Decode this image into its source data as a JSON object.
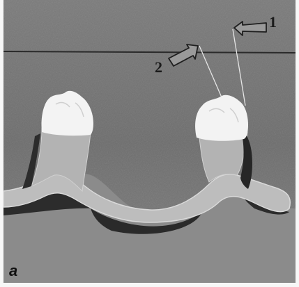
{
  "figure": {
    "panel_label": "a",
    "arrows": [
      {
        "label": "1",
        "points_to": "margin-of-right-tooth"
      },
      {
        "label": "2",
        "points_to": "cusp-of-right-tooth"
      }
    ]
  },
  "colors": {
    "background": "#6f6f6f",
    "base_gray": "#8b8b8b",
    "denture_band": "#bdbdbd",
    "dark_shadow": "#2c2c2c",
    "tooth_white": "#f3f3f3",
    "frame_edge": "#f7f7f7"
  }
}
